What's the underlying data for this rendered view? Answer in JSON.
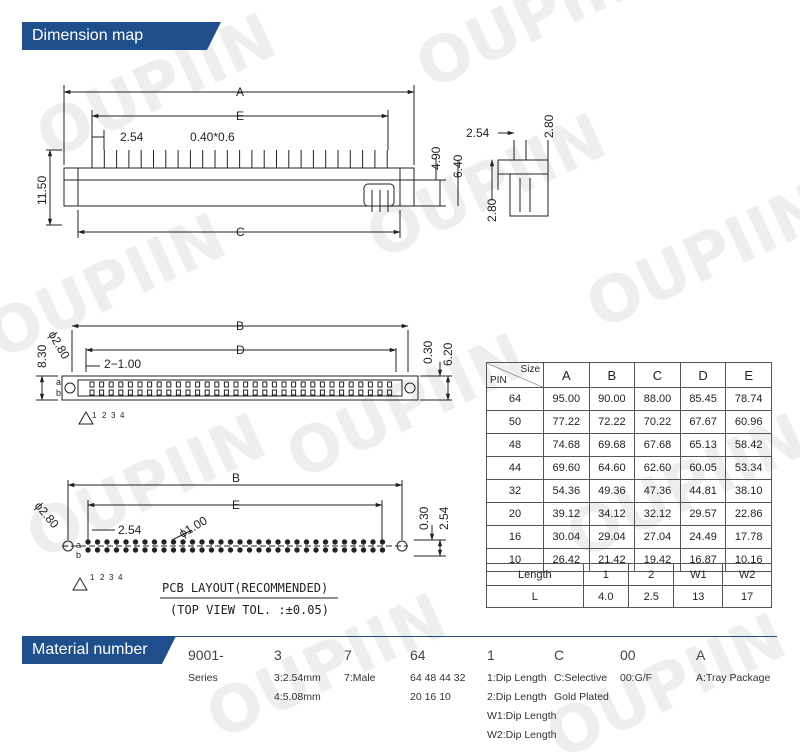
{
  "sections": {
    "dimension_title": "Dimension map",
    "material_title": "Material number"
  },
  "watermark": "OUPIIN",
  "drawing": {
    "side_labels": {
      "A": "A",
      "E": "E",
      "C": "C",
      "pitch": "2.54",
      "pin": "0.40*0.6",
      "height": "11.50",
      "h1": "4.90",
      "h2": "6.40"
    },
    "end_labels": {
      "w": "2.54",
      "t": "2.80",
      "b": "2.80"
    },
    "top_labels": {
      "B": "B",
      "D": "D",
      "hole": "ϕ2.80",
      "pitch": "2−1.00",
      "h": "8.30",
      "t1": "0.30",
      "t2": "6.20",
      "rows": [
        "a",
        "b"
      ],
      "pins": [
        "1",
        "2",
        "3",
        "4"
      ]
    },
    "pcb_labels": {
      "B": "B",
      "E": "E",
      "hole": "ϕ2.80",
      "pitch": "2.54",
      "drill": "ϕ1.00",
      "t1": "0.30",
      "t2": "2.54",
      "rows": [
        "a",
        "b"
      ],
      "pins": [
        "1",
        "2",
        "3",
        "4"
      ]
    },
    "pcb_caption": "PCB LAYOUT(RECOMMENDED)",
    "pcb_tolerance": "(TOP VIEW TOL. :±0.05)"
  },
  "size_table": {
    "pin_label": "PIN",
    "size_label": "Size",
    "columns": [
      "A",
      "B",
      "C",
      "D",
      "E"
    ],
    "rows": [
      {
        "pin": "64",
        "values": [
          "95.00",
          "90.00",
          "88.00",
          "85.45",
          "78.74"
        ]
      },
      {
        "pin": "50",
        "values": [
          "77.22",
          "72.22",
          "70.22",
          "67.67",
          "60.96"
        ]
      },
      {
        "pin": "48",
        "values": [
          "74.68",
          "69.68",
          "67.68",
          "65.13",
          "58.42"
        ]
      },
      {
        "pin": "44",
        "values": [
          "69.60",
          "64.60",
          "62.60",
          "60.05",
          "53.34"
        ]
      },
      {
        "pin": "32",
        "values": [
          "54.36",
          "49.36",
          "47.36",
          "44.81",
          "38.10"
        ]
      },
      {
        "pin": "20",
        "values": [
          "39.12",
          "34.12",
          "32.12",
          "29.57",
          "22.86"
        ]
      },
      {
        "pin": "16",
        "values": [
          "30.04",
          "29.04",
          "27.04",
          "24.49",
          "17.78"
        ]
      },
      {
        "pin": "10",
        "values": [
          "26.42",
          "21.42",
          "19.42",
          "16.87",
          "10.16"
        ]
      }
    ]
  },
  "length_table": {
    "header": [
      "Length",
      "1",
      "2",
      "W1",
      "W2"
    ],
    "row": [
      "L",
      "4.0",
      "2.5",
      "13",
      "17"
    ]
  },
  "material": {
    "codes": [
      "9001-",
      "3",
      "7",
      "64",
      "1",
      "C",
      "00",
      "A"
    ],
    "series": "Series",
    "pitch_1": "3:2.54mm",
    "pitch_2": "4:5.08mm",
    "gender": "7:Male",
    "pins_1": "64 48 44 32",
    "pins_2": "20 16 10",
    "length_1": "1:Dip Length",
    "length_2": "2:Dip Length",
    "length_3": "W1:Dip Length",
    "length_4": "W2:Dip Length",
    "plating_1": "C:Selective",
    "plating_2": "Gold Plated",
    "color": "00:G/F",
    "package": "A:Tray Package"
  }
}
